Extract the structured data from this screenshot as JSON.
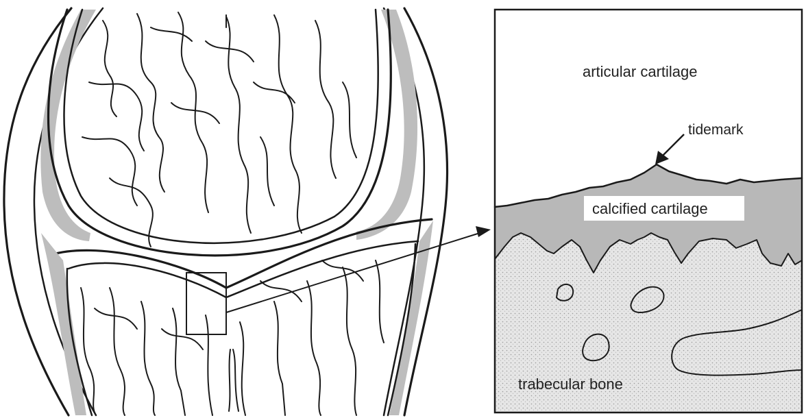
{
  "figure": {
    "labels": {
      "articular_cartilage": "articular cartilage",
      "tidemark": "tidemark",
      "calcified_cartilage": "calcified cartilage",
      "trabecular_bone": "trabecular bone"
    },
    "colors": {
      "ink": "#1a1a1a",
      "cartilage_gray": "#bdbdbd",
      "calcified_gray": "#b8b8b8",
      "bone_stipple": "#d9d9d9",
      "background": "#ffffff"
    }
  }
}
